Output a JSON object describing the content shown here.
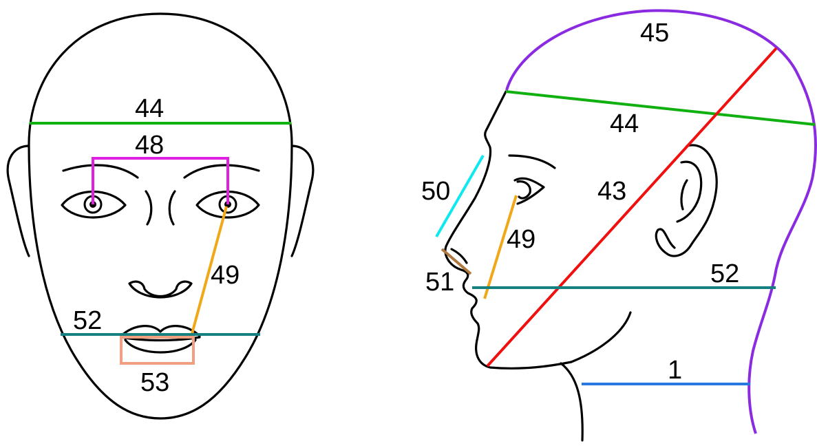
{
  "colors": {
    "green": "#10b010",
    "magenta": "#e020e0",
    "orange": "#f0a818",
    "teal": "#168080",
    "salmon": "#f0a080",
    "purple": "#8a2be2",
    "red": "#f01010",
    "cyan": "#10e8f0",
    "brown": "#b07840",
    "blue": "#2878e0"
  },
  "front_view": {
    "labels": {
      "m44": "44",
      "m48": "48",
      "m49": "49",
      "m52": "52",
      "m53": "53"
    }
  },
  "side_view": {
    "labels": {
      "m45": "45",
      "m44": "44",
      "m50": "50",
      "m43": "43",
      "m49": "49",
      "m51": "51",
      "m52": "52",
      "m1": "1"
    }
  }
}
